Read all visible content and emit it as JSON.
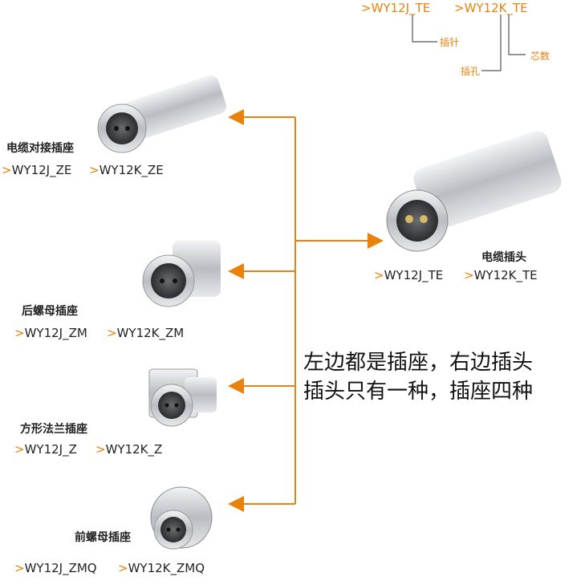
{
  "legend": {
    "part_j": ">WY12J_TE",
    "part_k": ">WY12K_TE",
    "pin_label": "插针",
    "socket_label": "插孔",
    "cores_label": "芯数"
  },
  "plug": {
    "label": "电缆插头",
    "code_j": ">WY12J_TE",
    "code_k": ">WY12K_TE"
  },
  "sockets": [
    {
      "label": "电缆对接插座",
      "code_j": ">WY12J_ZE",
      "code_k": ">WY12K_ZE"
    },
    {
      "label": "后螺母插座",
      "code_j": ">WY12J_ZM",
      "code_k": ">WY12K_ZM"
    },
    {
      "label": "方形法兰插座",
      "code_j": ">WY12J_Z",
      "code_k": ">WY12K_Z"
    },
    {
      "label": "前螺母插座",
      "code_j": ">WY12J_ZMQ",
      "code_k": ">WY12K_ZMQ"
    }
  ],
  "note": {
    "line1": "左边都是插座，右边插头",
    "line2": "插头只有一种，插座四种"
  },
  "colors": {
    "accent": "#e8820c",
    "metal": "#c9ccd0"
  }
}
